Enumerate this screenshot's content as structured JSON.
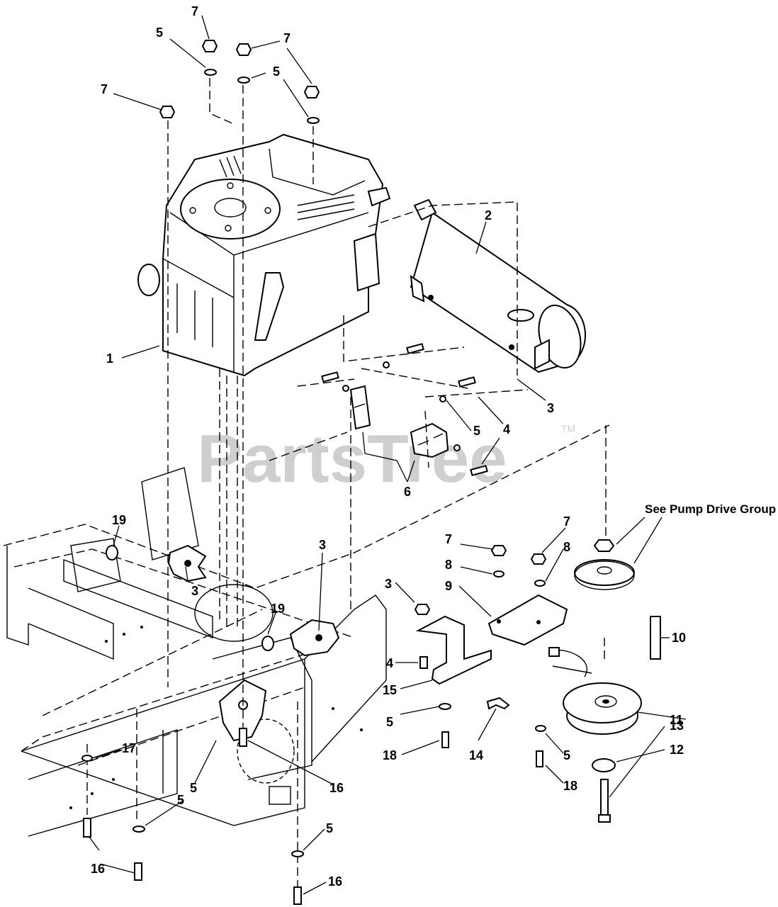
{
  "watermark": {
    "text": "PartsTree",
    "trademark": "TM"
  },
  "note": "See Pump Drive Group",
  "callouts": {
    "c1": "1",
    "c2": "2",
    "c3a": "3",
    "c3b": "3",
    "c3c": "3",
    "c3d": "3",
    "c4a": "4",
    "c4b": "4",
    "c5a": "5",
    "c5b": "5",
    "c5c": "5",
    "c5d": "5",
    "c5e": "5",
    "c5f": "5",
    "c5g": "5",
    "c5h": "5",
    "c6": "6",
    "c7a": "7",
    "c7b": "7",
    "c7c": "7",
    "c7d": "7",
    "c7e": "7",
    "c8a": "8",
    "c8b": "8",
    "c9": "9",
    "c10": "10",
    "c11": "11",
    "c12": "12",
    "c13": "13",
    "c14": "14",
    "c15": "15",
    "c16a": "16",
    "c16b": "16",
    "c16c": "16",
    "c17": "17",
    "c18a": "18",
    "c18b": "18",
    "c19a": "19",
    "c19b": "19"
  }
}
